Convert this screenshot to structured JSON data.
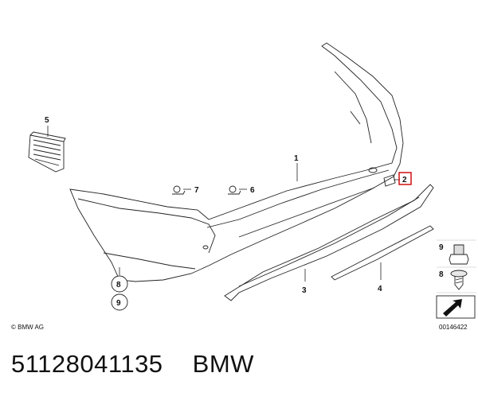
{
  "diagram": {
    "callouts": {
      "c1": "1",
      "c2": "2",
      "c3": "3",
      "c4": "4",
      "c5": "5",
      "c6": "6",
      "c7": "7",
      "c8": "8",
      "c9": "9"
    },
    "legend": {
      "item9": "9",
      "item8": "8"
    },
    "copyright": "© BMW AG",
    "image_number": "00146422",
    "highlight_color": "#cc0000"
  },
  "caption": {
    "part_number": "51128041135",
    "brand": "BMW"
  }
}
